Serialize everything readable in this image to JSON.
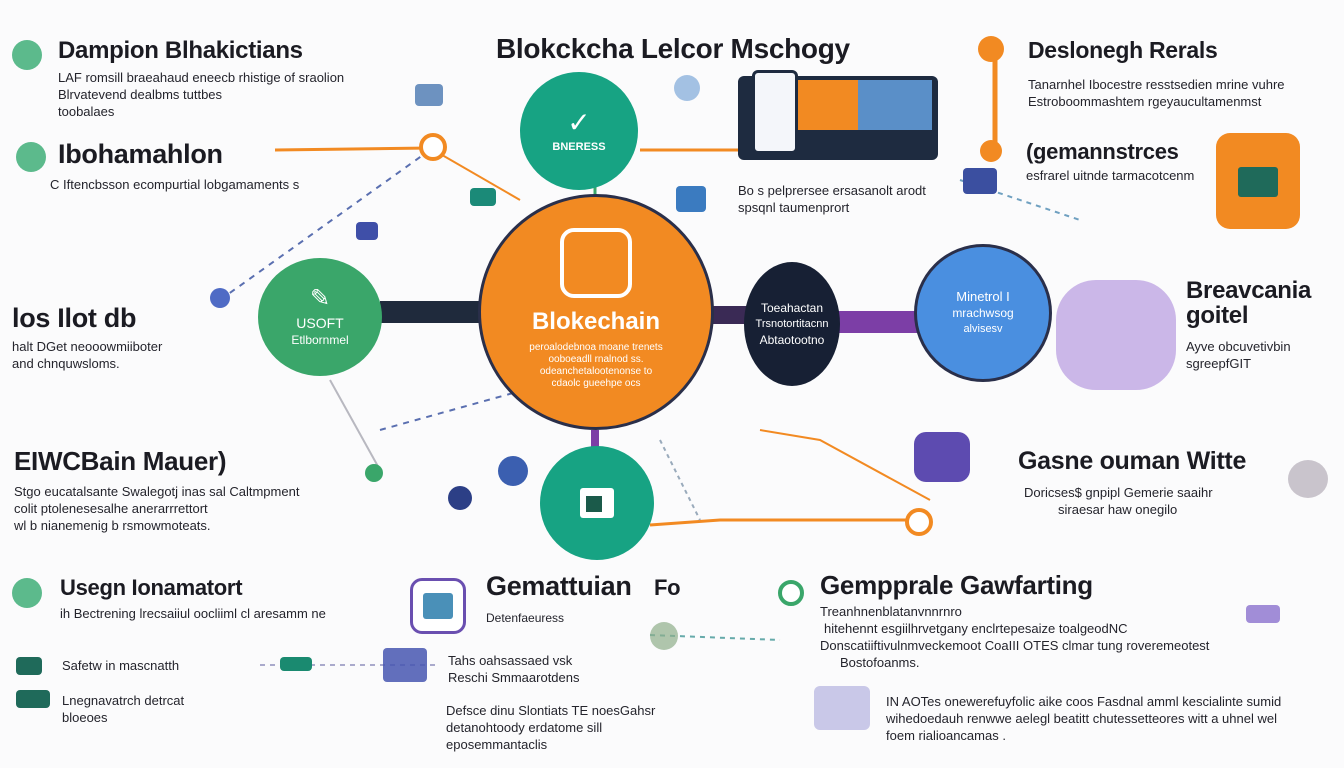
{
  "header": {
    "title": "Blokckcha Lelcor Mschogy"
  },
  "colors": {
    "orange": "#f28a22",
    "green": "#3aa66a",
    "teal": "#17a383",
    "navy": "#172034",
    "blue": "#4a8fe0",
    "purple": "#7c3ea6",
    "violet": "#9b7fcf"
  },
  "sections": {
    "top_left": {
      "title": "Dampion Blhakictians",
      "lines": [
        "LAF romsill braeahaud eneecb rhistige of sraolion",
        "Blrvatevend dealbms tuttbes",
        "toobalaes"
      ]
    },
    "upper_left": {
      "title": "Ibohamahlon",
      "lines": [
        "C Iftencbsson ecompurtial lobgamaments s"
      ]
    },
    "mid_left": {
      "title": "los Ilot db",
      "lines": [
        "halt DGet neooowmiiboter",
        "and chnquwsloms."
      ]
    },
    "lower_left": {
      "title": "EIWCBain Mauer)",
      "lines": [
        "Stgo eucatalsante Swalegotj inas sal Caltmpment",
        "colit ptolenesesalhe anerarrrettort",
        "wl b nianemenig b rsmowmoteats."
      ]
    },
    "bottom_left": {
      "title": "Usegn Ionamatort",
      "lines": [
        "ih Bectrening lrecsaiiul oocliiml cl aresamm ne"
      ],
      "items": [
        "Safetw in mascnatth",
        "Lnegnavatrch detrcat",
        "bloeoes"
      ]
    },
    "top_middle_text": {
      "lines": [
        "Bo s pelprersee ersasanolt arodt",
        "spsqnl taumenprort"
      ]
    },
    "bottom_center": {
      "title": "Gemattuian",
      "suffix": "Fo",
      "subtitle": "Detenfaeuress",
      "lines_a": [
        "Tahs oahsassaed vsk",
        "Reschi Smmaarotdens"
      ],
      "lines_b": [
        "Defsce dinu Slontiats TE noesGahsr",
        "detanohtoody erdatome sill",
        "eposemmantaclis"
      ]
    },
    "top_right": {
      "title": "Deslonegh Rerals",
      "lines": [
        "Tanarnhel Ibocestre resstsedien mrine vuhre",
        "Estroboommashtem rgeyaucultamenmst"
      ]
    },
    "upper_right": {
      "title": "(gemannstrces",
      "lines": [
        "esfrarel uitnde tarmacotcenm"
      ]
    },
    "mid_right": {
      "title": "Breavcania",
      "title2": "goitel",
      "lines": [
        "Ayve obcuvetivbin",
        "sgreepfGIT"
      ]
    },
    "lower_right": {
      "title": "Gasne ouman Witte",
      "lines": [
        "Doricses$ gnpipl Gemerie saaihr",
        "siraesar haw onegilo"
      ]
    },
    "bottom_right": {
      "title": "Gempprale Gawfarting",
      "lines": [
        "Treanhnenblatanvnnrnro",
        "hitehennt esgiilhrvetgany enclrtepesaize toalgeodNC",
        "Donscatiiftivulnmveckemoot CoaIII OTES clmar tung roveremeotest",
        "Bostofoanms."
      ],
      "notes": [
        "IN AOTes onewerefuyfolic aike coos Fasdnal amml kescialinte sumid",
        "wihedoedauh renwwe aelegl beatitt chutessetteores witt a uhnel wel",
        "foem rialioancamas ."
      ]
    }
  },
  "nodes": {
    "center": {
      "label": "Blokechain",
      "lines": [
        "peroalodebnoa moane trenets",
        "ooboeadll rnalnod ss.",
        "odeanchetalootenonse to",
        "cdaolc gueehpe ocs"
      ]
    },
    "success": {
      "label": "BNERESS"
    },
    "left_green": {
      "label": "USOFT",
      "sub": "Etlbornmel"
    },
    "dark": {
      "lines": [
        "Toeahactan",
        "Trsnotortitacnn",
        "Abtaotootno"
      ]
    },
    "blue": {
      "lines": [
        "Minetrol I",
        "mrachwsog",
        "alvisesv"
      ]
    }
  }
}
